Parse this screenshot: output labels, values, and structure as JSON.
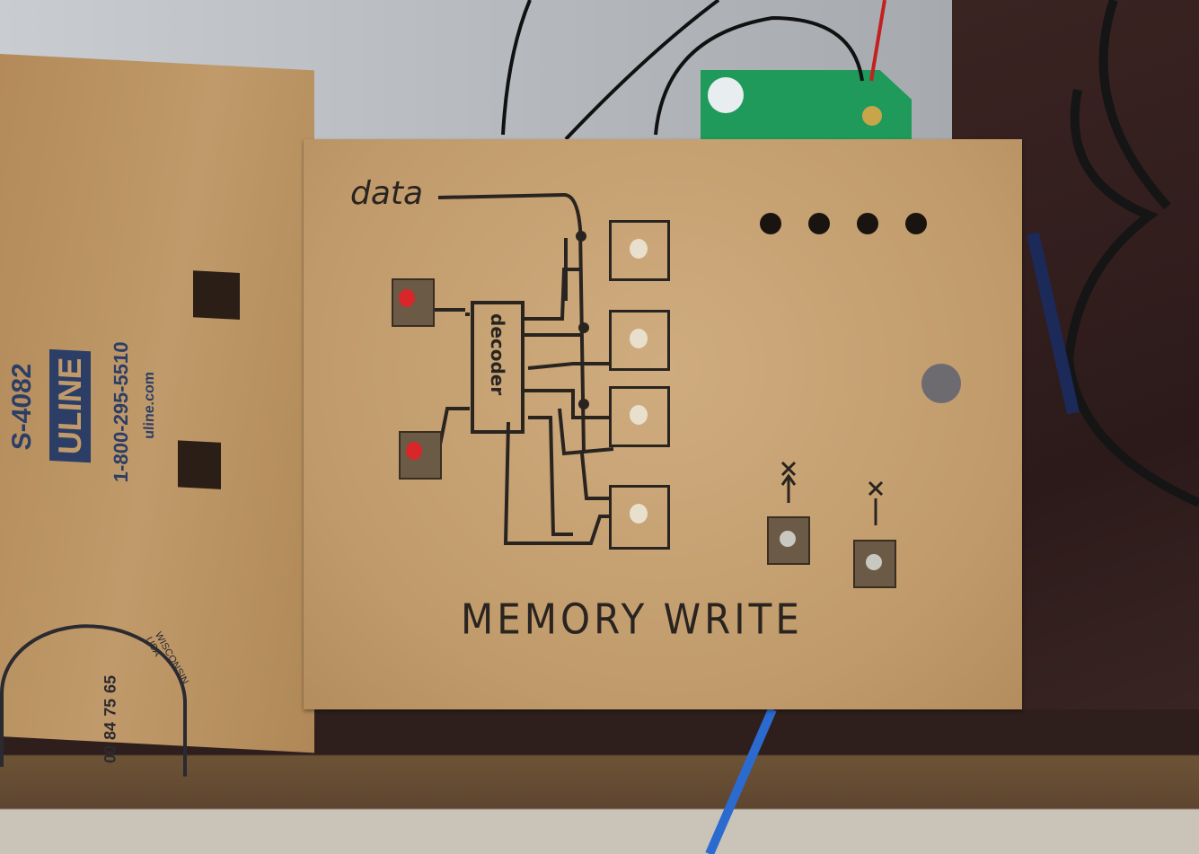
{
  "box_flap": {
    "part_number": "S-4082",
    "brand": "ULINE",
    "phone": "1-800-295-5510",
    "website": "uline.com",
    "certificate_numbers": [
      "00",
      "84",
      "75",
      "65"
    ],
    "certificate_location": "WISCONSIN USA"
  },
  "panel": {
    "data_label": "data",
    "decoder_label": "decoder",
    "title": "MEMORY WRITE",
    "switch_labels": [
      "x",
      "x"
    ]
  },
  "colors": {
    "cardboard": "#c09a6a",
    "ink": "#2a2420",
    "pcb": "#1f9a5b",
    "uline_blue": "#2c3e66"
  }
}
